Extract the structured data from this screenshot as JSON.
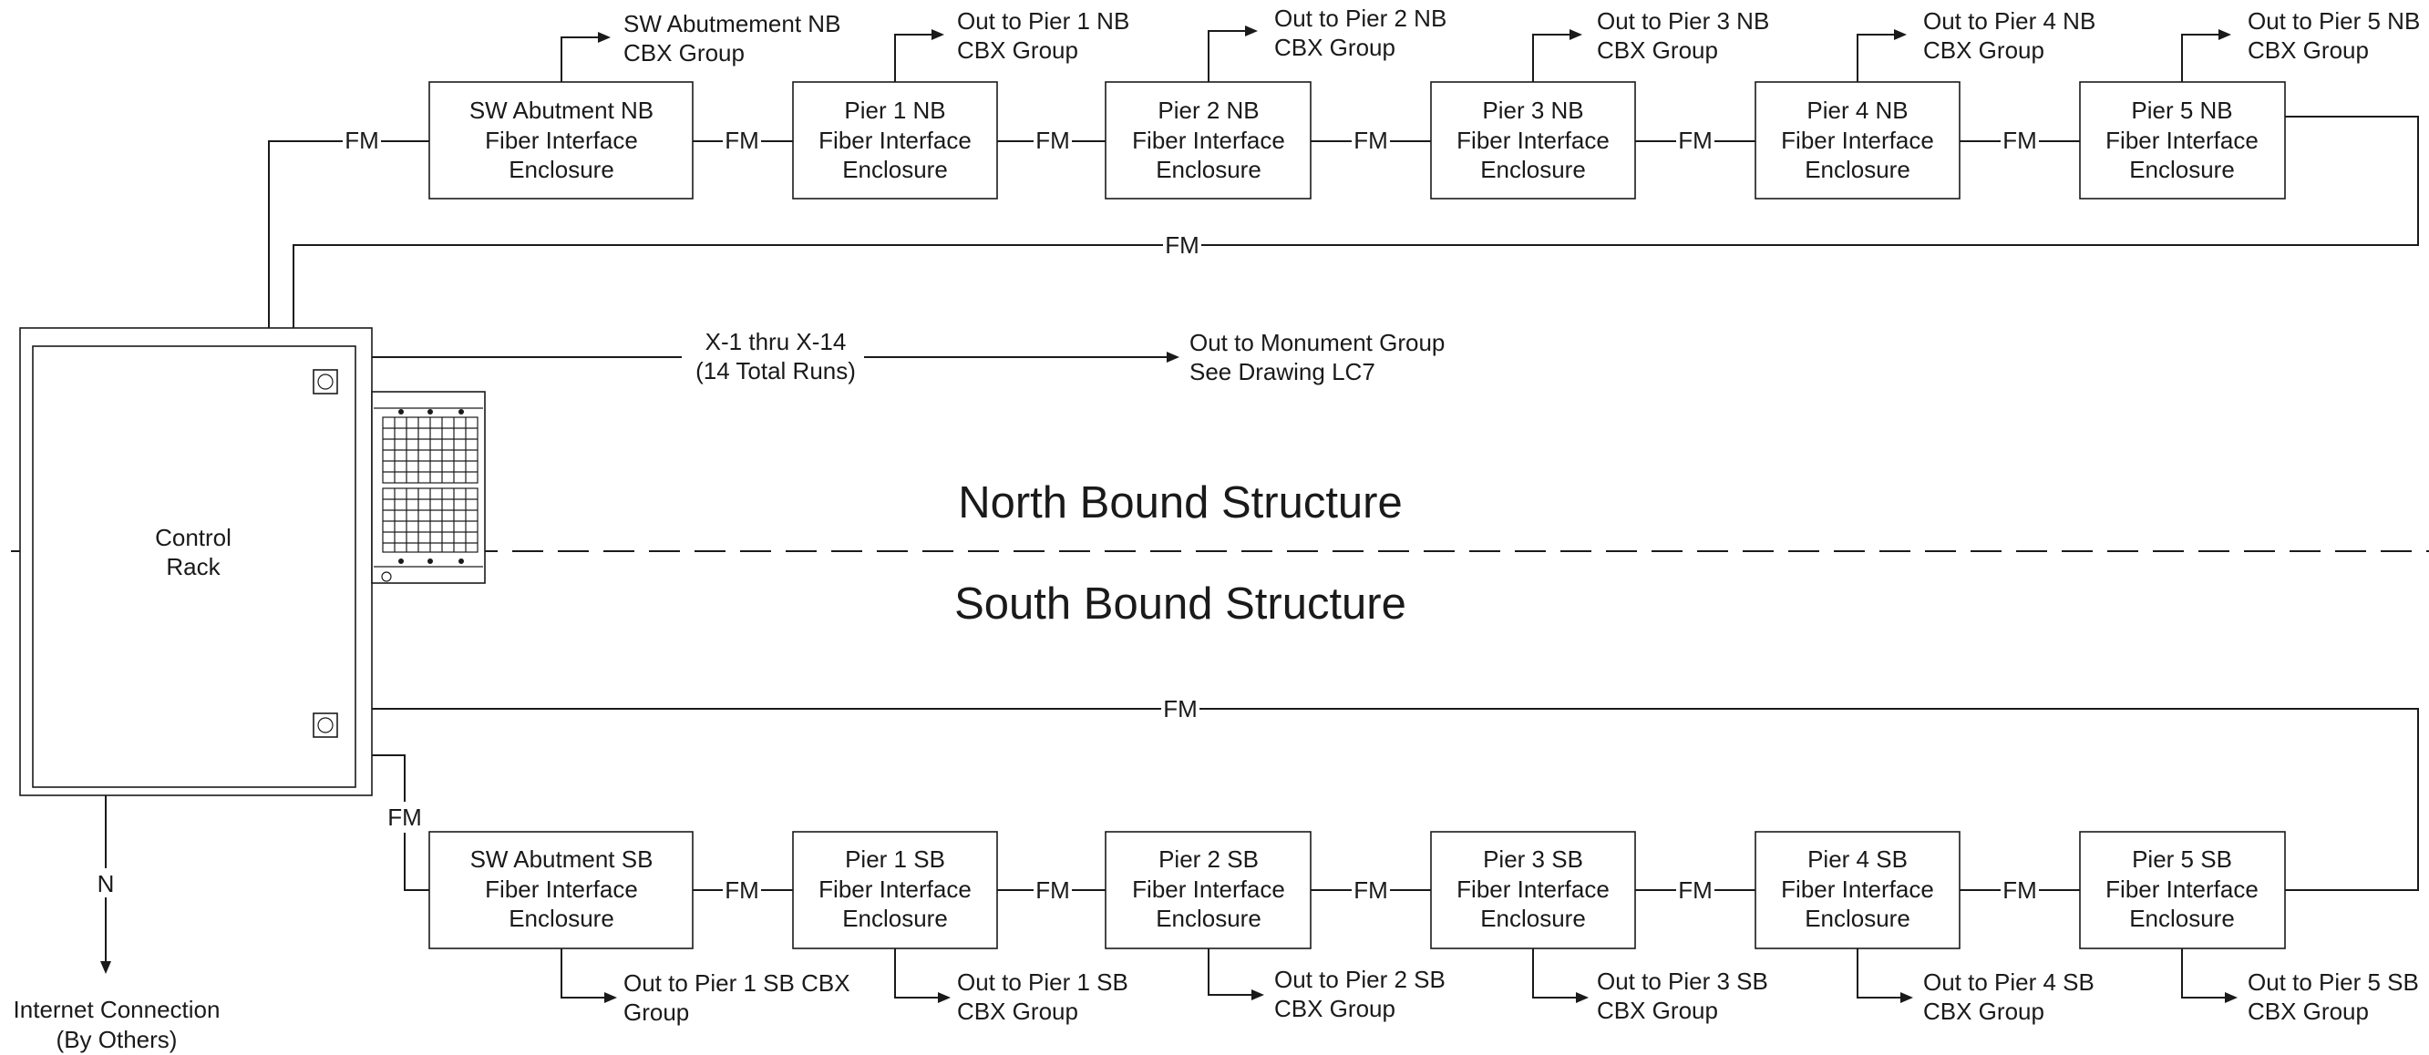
{
  "control_rack": {
    "line1": "Control",
    "line2": "Rack"
  },
  "north": {
    "structure_label": "North Bound Structure",
    "enclosures": [
      {
        "name": "SW Abutment NB",
        "type": "Fiber Interface",
        "sub": "Enclosure",
        "out1": "SW Abutmement NB",
        "out2": "CBX Group"
      },
      {
        "name": "Pier 1 NB",
        "type": "Fiber Interface",
        "sub": "Enclosure",
        "out1": "Out to Pier 1 NB",
        "out2": "CBX Group"
      },
      {
        "name": "Pier 2 NB",
        "type": "Fiber Interface",
        "sub": "Enclosure",
        "out1": "Out to Pier 2 NB",
        "out2": "CBX Group"
      },
      {
        "name": "Pier 3 NB",
        "type": "Fiber Interface",
        "sub": "Enclosure",
        "out1": "Out to Pier 3 NB",
        "out2": "CBX Group"
      },
      {
        "name": "Pier 4 NB",
        "type": "Fiber Interface",
        "sub": "Enclosure",
        "out1": "Out to Pier 4 NB",
        "out2": "CBX Group"
      },
      {
        "name": "Pier 5 NB",
        "type": "Fiber Interface",
        "sub": "Enclosure",
        "out1": "Out to Pier 5 NB",
        "out2": "CBX Group"
      }
    ]
  },
  "south": {
    "structure_label": "South Bound Structure",
    "enclosures": [
      {
        "name": "SW Abutment SB",
        "type": "Fiber Interface",
        "sub": "Enclosure",
        "out1": "Out to Pier 1 SB CBX",
        "out2": "Group"
      },
      {
        "name": "Pier 1 SB",
        "type": "Fiber Interface",
        "sub": "Enclosure",
        "out1": "Out to Pier 1 SB",
        "out2": "CBX Group"
      },
      {
        "name": "Pier 2 SB",
        "type": "Fiber Interface",
        "sub": "Enclosure",
        "out1": "Out to Pier 2 SB",
        "out2": "CBX Group"
      },
      {
        "name": "Pier 3 SB",
        "type": "Fiber Interface",
        "sub": "Enclosure",
        "out1": "Out to Pier 3 SB",
        "out2": "CBX Group"
      },
      {
        "name": "Pier 4 SB",
        "type": "Fiber Interface",
        "sub": "Enclosure",
        "out1": "Out to Pier 4 SB",
        "out2": "CBX Group"
      },
      {
        "name": "Pier 5 SB",
        "type": "Fiber Interface",
        "sub": "Enclosure",
        "out1": "Out to Pier 5 SB",
        "out2": "CBX Group"
      }
    ]
  },
  "link_label": "FM",
  "monument": {
    "runs_line1": "X-1 thru X-14",
    "runs_line2": "(14 Total Runs)",
    "dest_line1": "Out to Monument Group",
    "dest_line2": "See Drawing LC7"
  },
  "internet": {
    "n_label": "N",
    "line1": "Internet Connection",
    "line2": "(By Others)"
  }
}
